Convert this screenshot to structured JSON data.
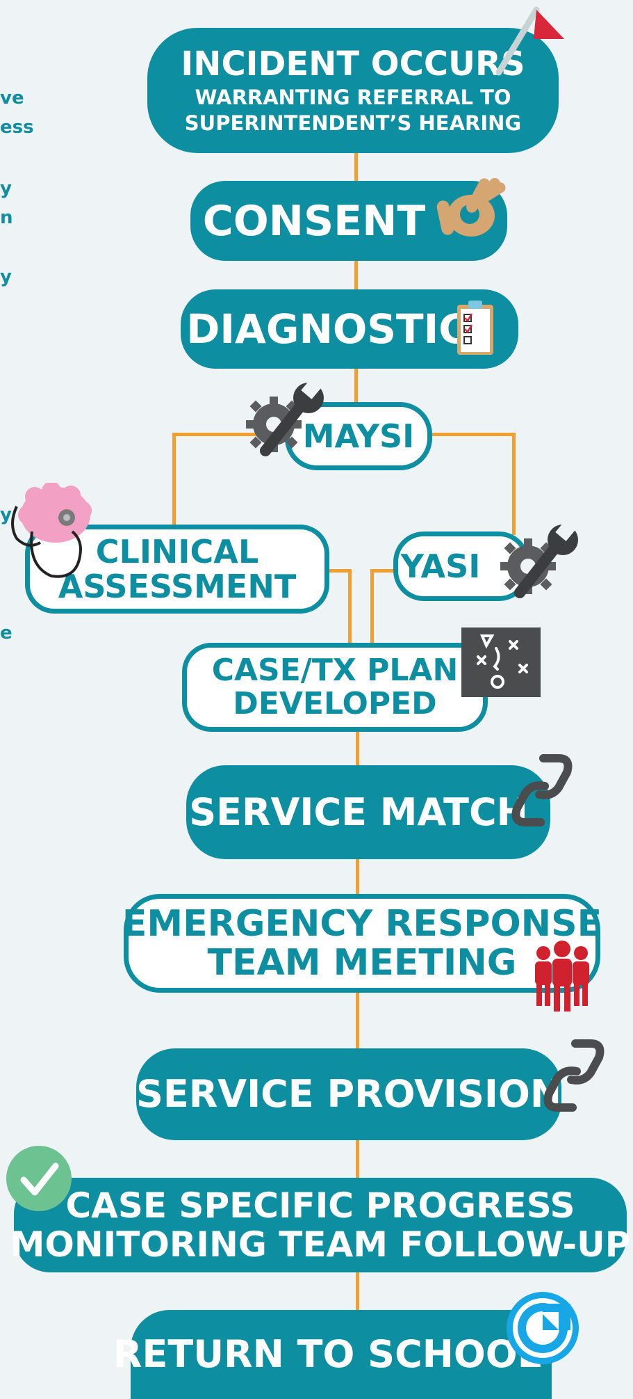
{
  "edge_fragments": [
    "ve",
    "ess",
    "y",
    "n",
    "y",
    "y",
    "e"
  ],
  "nodes": {
    "incident": {
      "title": "INCIDENT OCCURS",
      "line2": "WARRANTING REFERRAL TO",
      "line3": "SUPERINTENDENT’S HEARING"
    },
    "consent": "CONSENT",
    "diagnostic": "DIAGNOSTIC",
    "maysi": "MAYSI",
    "clinical": {
      "line1": "CLINICAL",
      "line2": "ASSESSMENT"
    },
    "yasi": "YASI",
    "case_plan": {
      "line1": "CASE/Tx PLAN",
      "line2": "DEVELOPED"
    },
    "service_match": "SERVICE MATCH",
    "emergency": {
      "line1": "EMERGENCY RESPONSE",
      "line2": "TEAM MEETING"
    },
    "service_provision": "SERVICE PROVISION",
    "progress": {
      "line1": "CASE SPECIFIC PROGRESS",
      "line2": "MONITORING TEAM FOLLOW-UP"
    },
    "return": "RETURN TO SCHOOL"
  },
  "icons": {
    "flag": "flag-icon",
    "ok_hand": "ok-hand-icon",
    "clipboard": "checklist-clipboard-icon",
    "tools": "gear-wrench-icon",
    "brain": "brain-stethoscope-icon",
    "play": "playbook-icon",
    "link": "chain-link-icon",
    "team": "team-people-icon",
    "check": "check-circle-icon",
    "refresh": "refresh-icon"
  },
  "colors": {
    "teal": "#0d8fa1",
    "orange": "#f0a033",
    "background": "#eef3f5"
  }
}
